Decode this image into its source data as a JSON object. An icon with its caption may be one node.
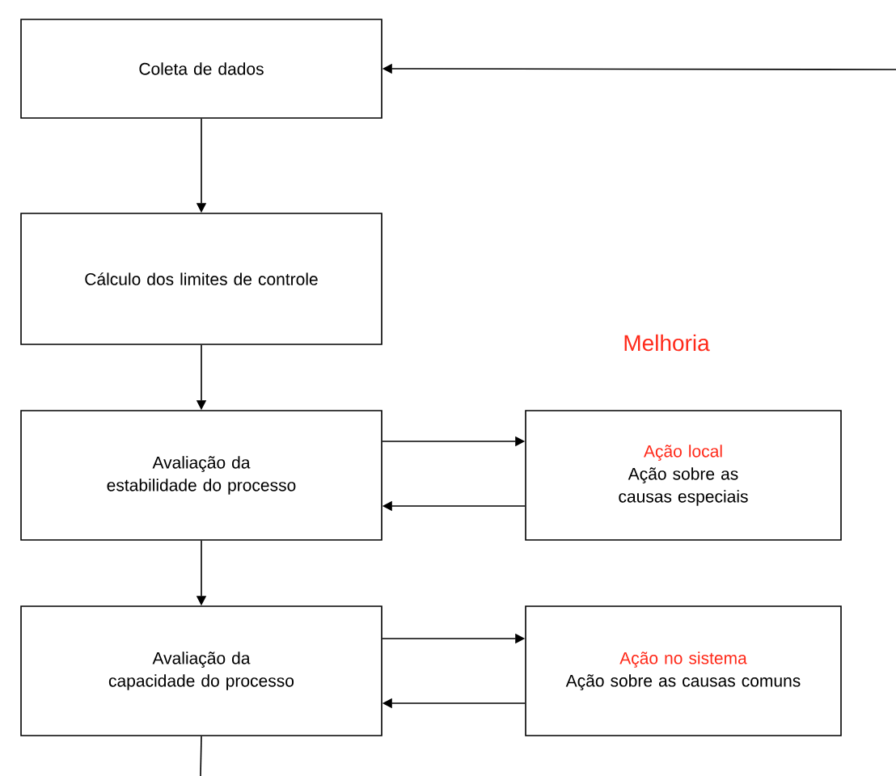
{
  "diagram": {
    "nodes": [
      {
        "text": [
          "Coleta de dados"
        ]
      },
      {
        "text": [
          "Cálculo dos limites de controle"
        ]
      },
      {
        "text": [
          "Avaliação da estabilidade do processo"
        ]
      },
      {
        "text": [
          "Avaliação da capacidade do processo"
        ]
      },
      {
        "text": [
          "Ação local",
          "Ação sobre as causas especiais"
        ]
      },
      {
        "text": [
          "Ação no sistema",
          "Ação sobre  as causas comuns"
        ]
      }
    ],
    "edges": [
      {
        "from": null,
        "to": 0,
        "arrow": "to"
      },
      {
        "from": 0,
        "to": 1,
        "arrow": "to"
      },
      {
        "from": 1,
        "to": 2,
        "arrow": "to"
      },
      {
        "from": 2,
        "to": 3,
        "arrow": "to"
      },
      {
        "from": 2,
        "to": 4,
        "arrow": "to"
      },
      {
        "from": 4,
        "to": 2,
        "arrow": "to"
      },
      {
        "from": 3,
        "to": 5,
        "arrow": "to"
      },
      {
        "from": 5,
        "to": 3,
        "arrow": "to"
      },
      {
        "from": 3,
        "to": null,
        "arrow": "none"
      }
    ],
    "labels": [
      "Melhoria"
    ]
  }
}
